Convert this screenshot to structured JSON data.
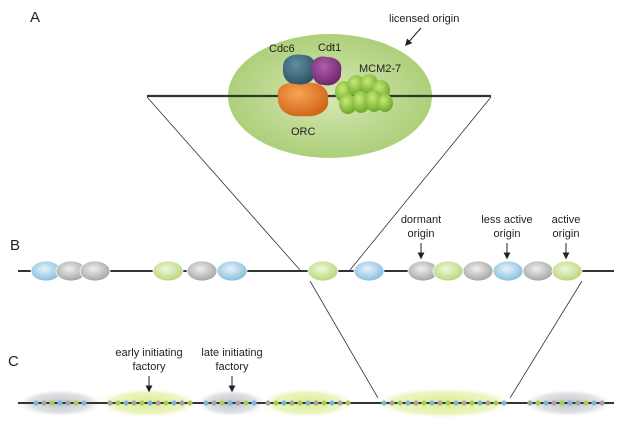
{
  "panels": {
    "a": "A",
    "b": "B",
    "c": "C"
  },
  "panel_a": {
    "licensed_origin": "licensed origin",
    "cdc6": "Cdc6",
    "cdt1": "Cdt1",
    "mcm": "MCM2-7",
    "orc": "ORC"
  },
  "panel_b": {
    "dormant": [
      "dormant",
      "origin"
    ],
    "less_active": [
      "less active",
      "origin"
    ],
    "active": [
      "active",
      "origin"
    ]
  },
  "panel_c": {
    "early": [
      "early initiating",
      "factory"
    ],
    "late": [
      "late initiating",
      "factory"
    ]
  },
  "colors": {
    "blue_origin": "#a8d4ec",
    "grey_origin": "#c4c4c4",
    "green_origin": "#cfe79a",
    "orc": "#e8812a",
    "cdc6": "#3f6f82",
    "cdt1": "#8e3a8c",
    "mcm": "#8cc63f",
    "ellipse": "#b8d68a"
  }
}
